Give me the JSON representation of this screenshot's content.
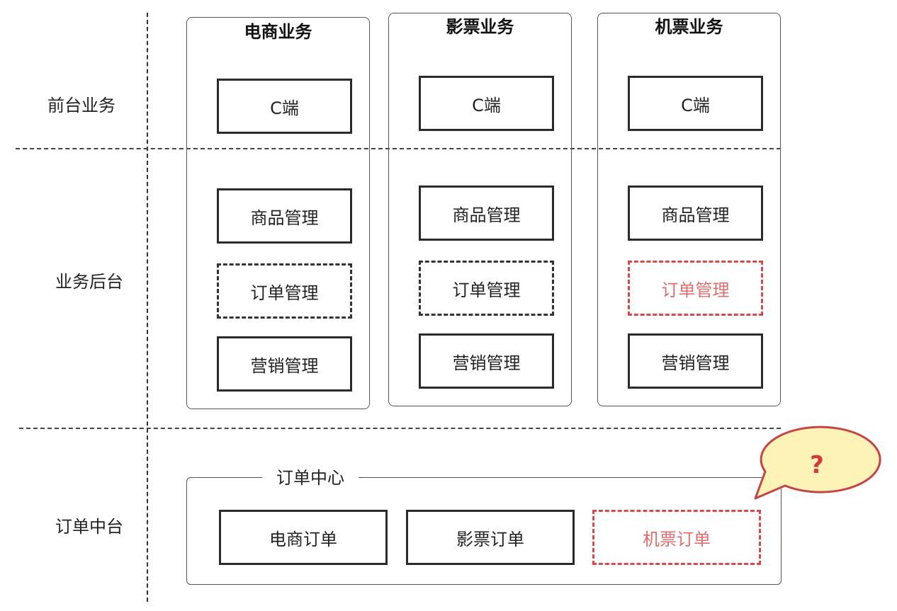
{
  "layers": {
    "front": "前台业务",
    "backend": "业务后台",
    "middle": "订单中台"
  },
  "columns": [
    {
      "title": "电商业务",
      "client": "C端",
      "modules": [
        "商品管理",
        "订单管理",
        "营销管理"
      ]
    },
    {
      "title": "影票业务",
      "client": "C端",
      "modules": [
        "商品管理",
        "订单管理",
        "营销管理"
      ]
    },
    {
      "title": "机票业务",
      "client": "C端",
      "modules": [
        "商品管理",
        "订单管理",
        "营销管理"
      ]
    }
  ],
  "order_center": {
    "title": "订单中心",
    "items": [
      "电商订单",
      "影票订单",
      "机票订单"
    ]
  },
  "callout": {
    "text": "?"
  },
  "colors": {
    "line": "#333333",
    "highlight_red": "#d8494b",
    "callout_fill": "#fdf3b6",
    "callout_border": "#c44545"
  }
}
